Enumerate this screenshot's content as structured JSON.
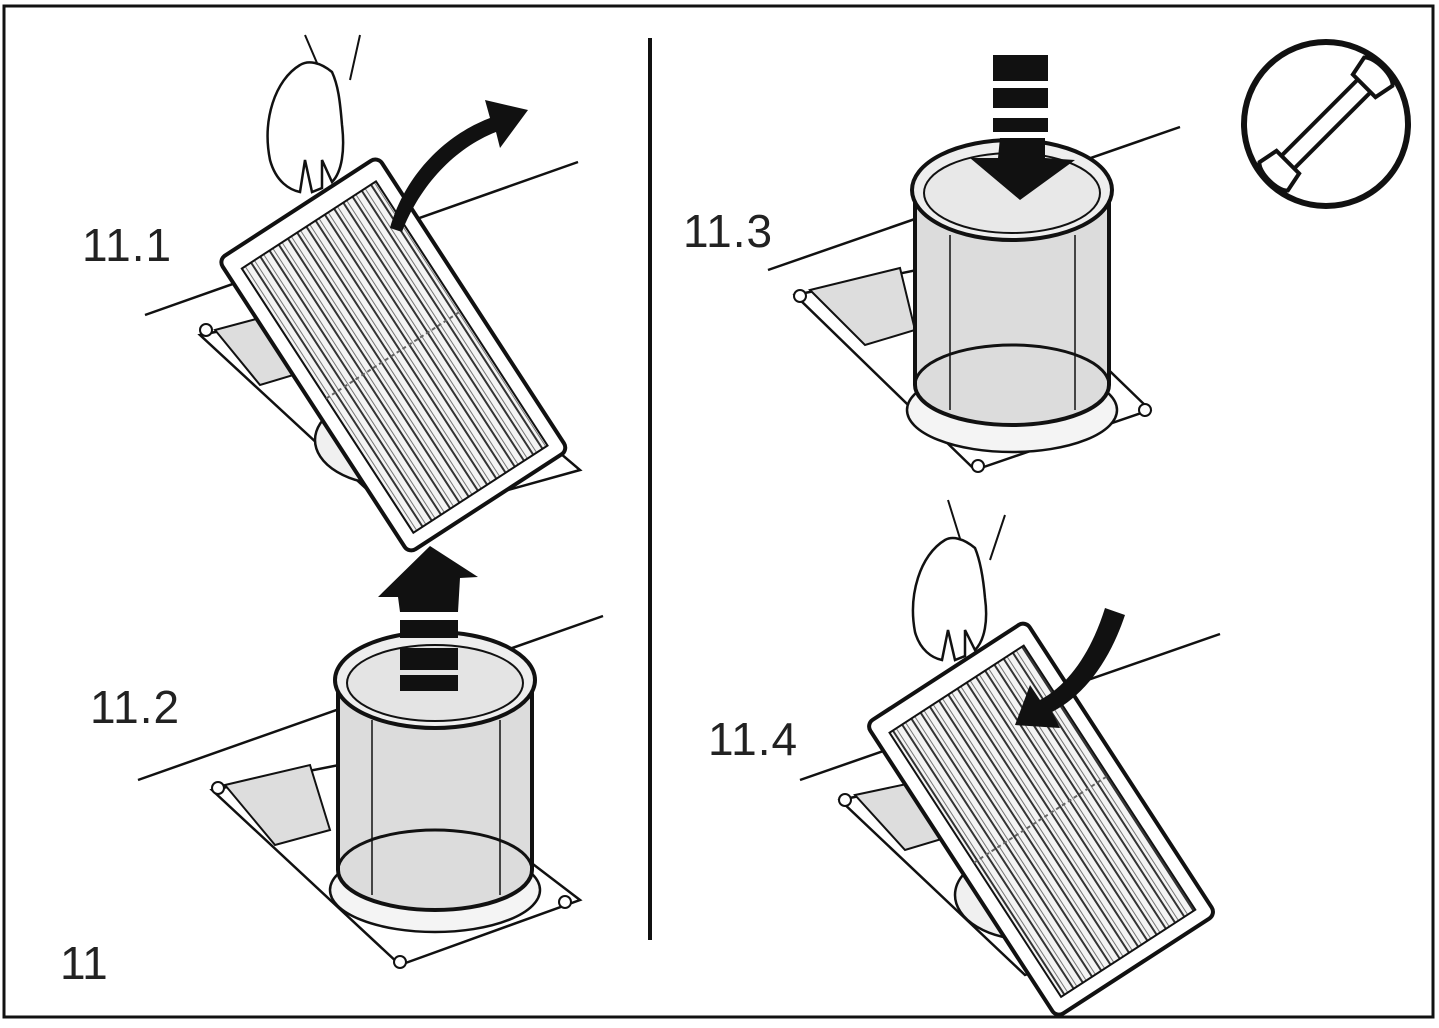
{
  "figure": {
    "number": "11",
    "steps": [
      {
        "label": "11.1"
      },
      {
        "label": "11.2"
      },
      {
        "label": "11.3"
      },
      {
        "label": "11.4"
      }
    ],
    "maintenance_icon": "wrench-icon"
  }
}
